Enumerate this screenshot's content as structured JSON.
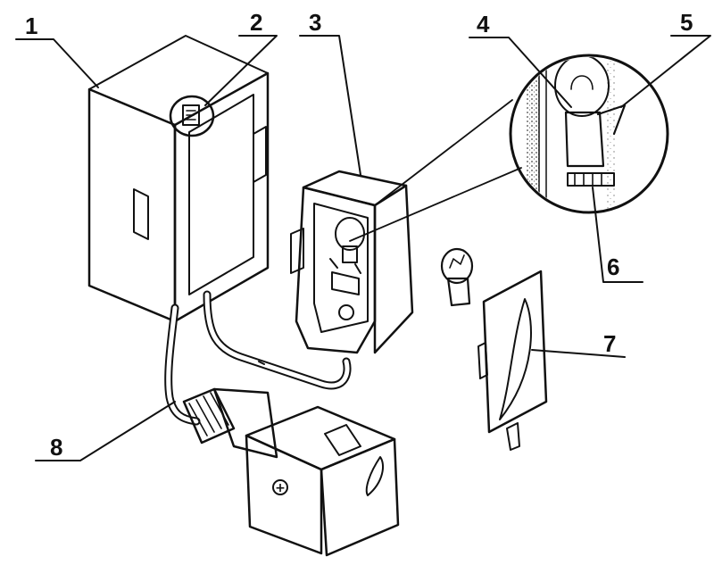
{
  "labels": [
    {
      "id": "callout-1",
      "text": "1"
    },
    {
      "id": "callout-2",
      "text": "2"
    },
    {
      "id": "callout-3",
      "text": "3"
    },
    {
      "id": "callout-4",
      "text": "4"
    },
    {
      "id": "callout-5",
      "text": "5"
    },
    {
      "id": "callout-6",
      "text": "6"
    },
    {
      "id": "callout-7",
      "text": "7"
    },
    {
      "id": "callout-8",
      "text": "8"
    }
  ],
  "plug": {
    "polarity_symbol": "+"
  },
  "colors": {
    "ink": "#111111",
    "paper": "#ffffff",
    "stipple": "#555555"
  }
}
